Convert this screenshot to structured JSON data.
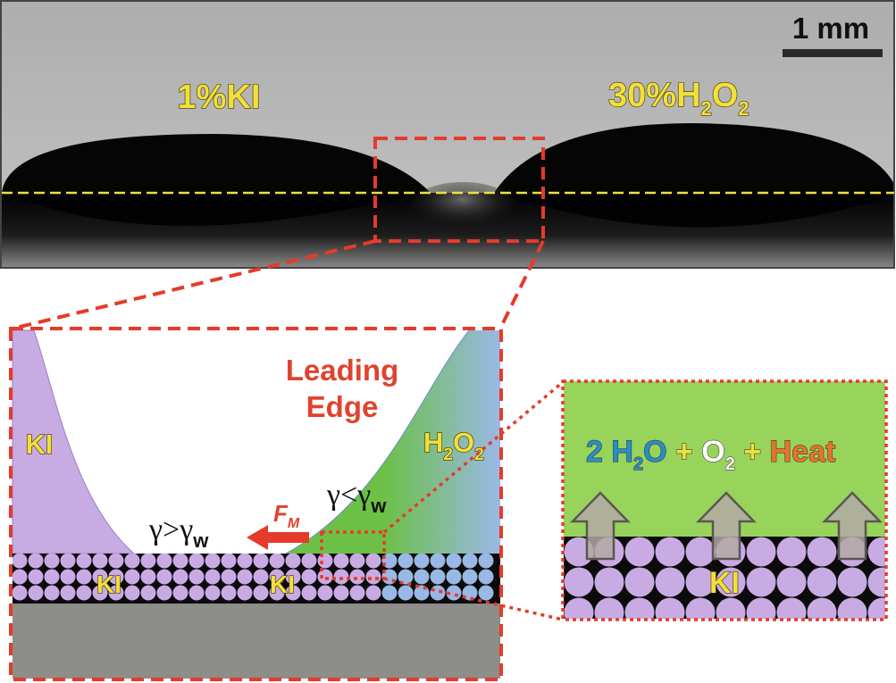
{
  "photo": {
    "scale_bar_label": "1 mm",
    "left_drop_label": "1%KI",
    "right_drop_label_main": "30%H",
    "right_drop_label_sub": "2",
    "right_drop_label_main2": "O",
    "right_drop_label_sub2": "2"
  },
  "zoom": {
    "ki_drop_label": "KI",
    "h2o2_label_main": "H",
    "h2o2_label_sub": "2",
    "h2o2_label_main2": "O",
    "h2o2_label_sub2": "2",
    "leading_edge_line1": "Leading",
    "leading_edge_line2": "Edge",
    "gamma_gt": "γ>γ",
    "gamma_gt_sub": "w",
    "gamma_lt": "γ<γ",
    "gamma_lt_sub": "w",
    "force_label": "F",
    "force_sub": "M",
    "layer_label_left": "KI",
    "layer_label_right": "KI"
  },
  "reaction": {
    "coef": "2",
    "water_main": "H",
    "water_sub": "2",
    "water_o": "O",
    "plus1": "+",
    "oxygen_main": "O",
    "oxygen_sub": "2",
    "plus2": "+",
    "heat": "Heat",
    "layer_label": "KI"
  },
  "colors": {
    "ki_purple": "#c9abe4",
    "h2o2_blue": "#9ab8e6",
    "reaction_green": "#6cc045",
    "box_green": "#98d35b",
    "substrate_gray": "#8d8d89",
    "dashed_red": "#e53b2a",
    "baseline_yellow": "#f2df3a"
  }
}
